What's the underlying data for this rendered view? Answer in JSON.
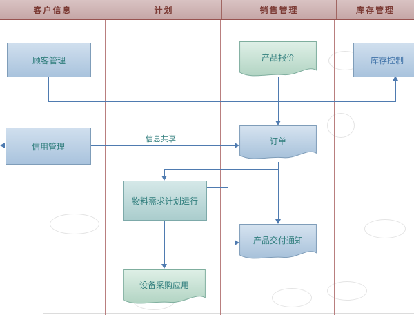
{
  "lanes": [
    {
      "label": "客户信息"
    },
    {
      "label": "计划"
    },
    {
      "label": "销售管理"
    },
    {
      "label": "库存管理"
    }
  ],
  "nodes": {
    "customer_mgmt": {
      "label": "顾客管理"
    },
    "product_quote": {
      "label": "产品报价"
    },
    "inventory_control": {
      "label": "库存控制"
    },
    "credit_mgmt": {
      "label": "信用管理"
    },
    "order": {
      "label": "订单"
    },
    "mrp_run": {
      "label": "物料需求计划运行"
    },
    "delivery_notice": {
      "label": "产品交付通知"
    },
    "equipment_purchase": {
      "label": "设备采购应用"
    }
  },
  "edge_labels": {
    "info_share": "信息共享"
  },
  "colors": {
    "header_bg": "#cdb0b0",
    "header_text": "#7c3b35",
    "lane_divider": "#b97f7f",
    "connector": "#4f7bb0",
    "node_text_teal": "#2f7d7c",
    "node_text_blue": "#3f72a8",
    "blue_node_fill": "#b9cfe6",
    "blue_node_border": "#7f9db9",
    "green_node_fill": "#c9e3d6",
    "green_node_border": "#7fae9e",
    "teal_node_fill": "#bdd9d9",
    "teal_node_border": "#7da9a9"
  }
}
